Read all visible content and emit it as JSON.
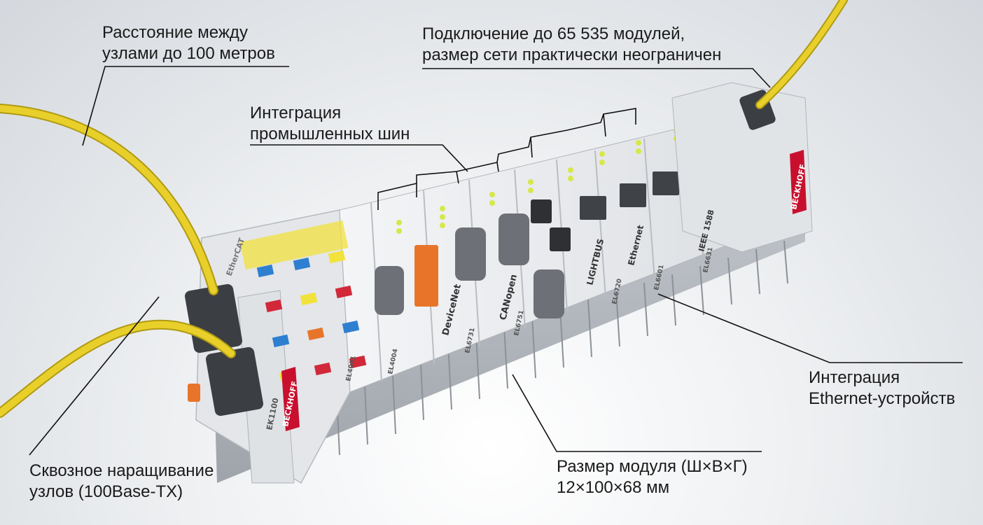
{
  "labels": {
    "distance": [
      "Расстояние между",
      "узлами до 100 метров"
    ],
    "modules": [
      "Подключение до 65 535 модулей,",
      "размер сети практически неограничен"
    ],
    "fieldbus": [
      "Интеграция",
      "промышленных шин"
    ],
    "ethernet": [
      "Интеграция",
      "Ethernet-устройств"
    ],
    "cascade": [
      "Сквозное наращивание",
      "узлов (100Base-TX)"
    ],
    "size": [
      "Размер модуля (Ш×В×Г)",
      "12×100×68 мм"
    ]
  },
  "device_text": {
    "brand": "BECKHOFF",
    "ek_model": "EK1100",
    "devicenet": "DeviceNet",
    "canopen": "CANopen",
    "lightbus": "LIGHTBUS",
    "ethernet": "Ethernet",
    "ieee": "IEEE 1588",
    "ethercat": "EtherCAT",
    "models": [
      "EL4001",
      "EL4004",
      "EL6731",
      "EL6751",
      "EL6720",
      "EL6601",
      "EL6631"
    ]
  },
  "colors": {
    "cable": "#e8cf2a",
    "cable_shadow": "#b09a12",
    "terminal_body": "#e7e9ec",
    "terminal_shadow": "#bfc3c8",
    "led": "#d6e84a",
    "tag_blue": "#2f7fd1",
    "tag_red": "#d1293a",
    "tag_yellow": "#f2e23c",
    "tag_orange": "#e8742a",
    "connector": "#4a4d52",
    "line": "#111111"
  }
}
